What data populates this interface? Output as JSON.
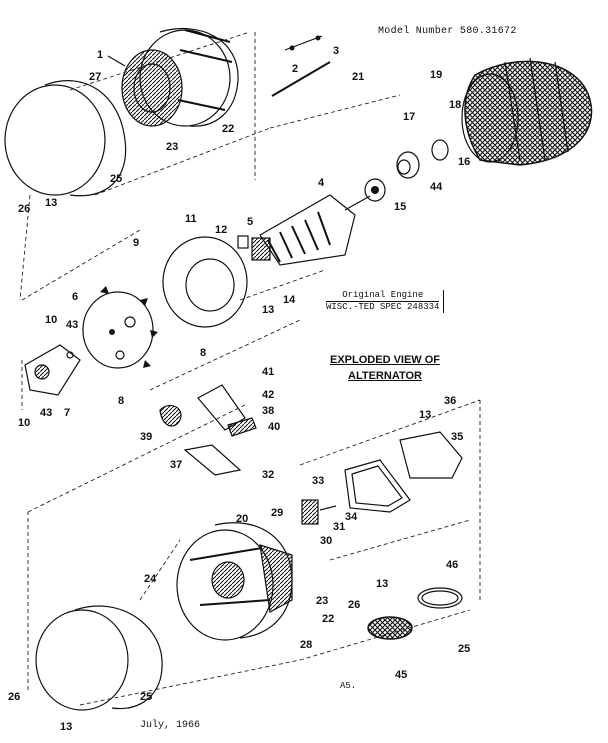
{
  "header": {
    "model_number": "Model Number 580.31672"
  },
  "engine_note": {
    "line1": "Original Engine",
    "line2": "WISC.-TED SPEC 248334"
  },
  "title": {
    "line1": "EXPLODED VIEW OF",
    "line2": "ALTERNATOR"
  },
  "footer": {
    "date": "July, 1966",
    "page": "A5."
  },
  "callouts": [
    "1",
    "27",
    "2",
    "3",
    "21",
    "22",
    "23",
    "25",
    "26",
    "13",
    "19",
    "18",
    "17",
    "16",
    "44",
    "4",
    "15",
    "11",
    "12",
    "9",
    "5",
    "14",
    "6",
    "10",
    "43",
    "7",
    "8",
    "41",
    "42",
    "38",
    "40",
    "39",
    "37",
    "36",
    "35",
    "32",
    "33",
    "29",
    "31",
    "34",
    "30",
    "20",
    "24",
    "28",
    "46",
    "45"
  ]
}
